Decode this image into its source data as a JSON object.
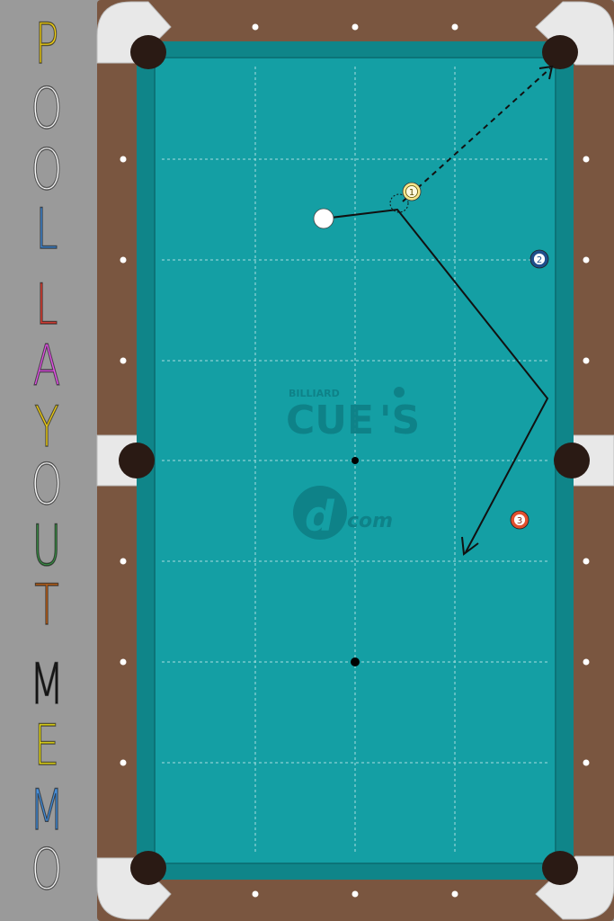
{
  "title_letters": [
    {
      "char": "P",
      "color": "#f2d21f"
    },
    {
      "char": "O",
      "color": "#ffffff"
    },
    {
      "char": "O",
      "color": "#ffffff"
    },
    {
      "char": "L",
      "color": "#4a90d9"
    },
    {
      "char": "L",
      "color": "#e8483c"
    },
    {
      "char": "A",
      "color": "#e45be8"
    },
    {
      "char": "Y",
      "color": "#f2d21f"
    },
    {
      "char": "O",
      "color": "#ffffff"
    },
    {
      "char": "U",
      "color": "#3f8f4a"
    },
    {
      "char": "T",
      "color": "#c46a22"
    },
    {
      "char": "M",
      "color": "#1a1a1a"
    },
    {
      "char": "E",
      "color": "#f2e51f"
    },
    {
      "char": "M",
      "color": "#4a90d9"
    },
    {
      "char": "O",
      "color": "#ffffff"
    }
  ],
  "table": {
    "felt_color": "#149fa4",
    "rail_color": "#7a5640",
    "corner_color": "#e8e8e8"
  },
  "logo": {
    "small": "BILLIARD",
    "main": "CUE",
    "apostrophe_s": "'S",
    "dcom": "com",
    "d_letter": "d"
  },
  "balls": [
    {
      "number": "1",
      "color": "#f4e58a",
      "label_color": "#5a4a00"
    },
    {
      "number": "2",
      "color": "#1f4f8c",
      "label_color": "#ffffff"
    },
    {
      "number": "3",
      "color": "#e2502f",
      "label_color": "#ffffff"
    }
  ],
  "icons": {
    "cue_ball": "cue-ball-icon",
    "pocket": "pocket-icon",
    "diamond": "diamond-marker-icon",
    "arrow": "arrow-icon"
  }
}
